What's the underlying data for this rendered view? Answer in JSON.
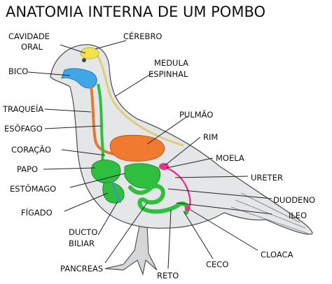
{
  "title": "ANATOMIA INTERNA DE UM POMBO",
  "labels": {
    "cavidade_oral_1": "CAVIDADE",
    "cavidade_oral_2": "ORAL",
    "bico": "BICO",
    "traqueia": "TRAQUEÍA",
    "esofago": "ESÔFAGO",
    "coracao": "CORAÇÃO",
    "papo": "PAPO",
    "estomago": "ESTÔMAGO",
    "figado": "FÍGADO",
    "ducto_biliar_1": "DUCTO",
    "ducto_biliar_2": "BILIAR",
    "pancreas": "PANCREAS",
    "reto": "RETO",
    "ceco": "CECO",
    "cloaca": "CLOACA",
    "ileo": "ILEO",
    "duodeno": "DUODENO",
    "ureter": "URETER",
    "moela": "MOELA",
    "rim": "RIM",
    "pulmao": "PULMÃO",
    "medula_espinhal_1": "MEDULA",
    "medula_espinhal_2": "ESPINHAL",
    "cerebro": "CÉREBRO"
  },
  "colors": {
    "body_fill": "#e4e6e8",
    "body_outline": "#555555",
    "brain": "#f2e34a",
    "beak_cavity": "#3fa7e6",
    "trachea": "#e07a34",
    "lung": "#f07a30",
    "heart": "#f07a30",
    "digestive": "#2fbf3f",
    "kidney_ureter": "#e2348c",
    "spinal_cord": "#d9cf7a",
    "bile_duct": "#3a8fd0"
  }
}
